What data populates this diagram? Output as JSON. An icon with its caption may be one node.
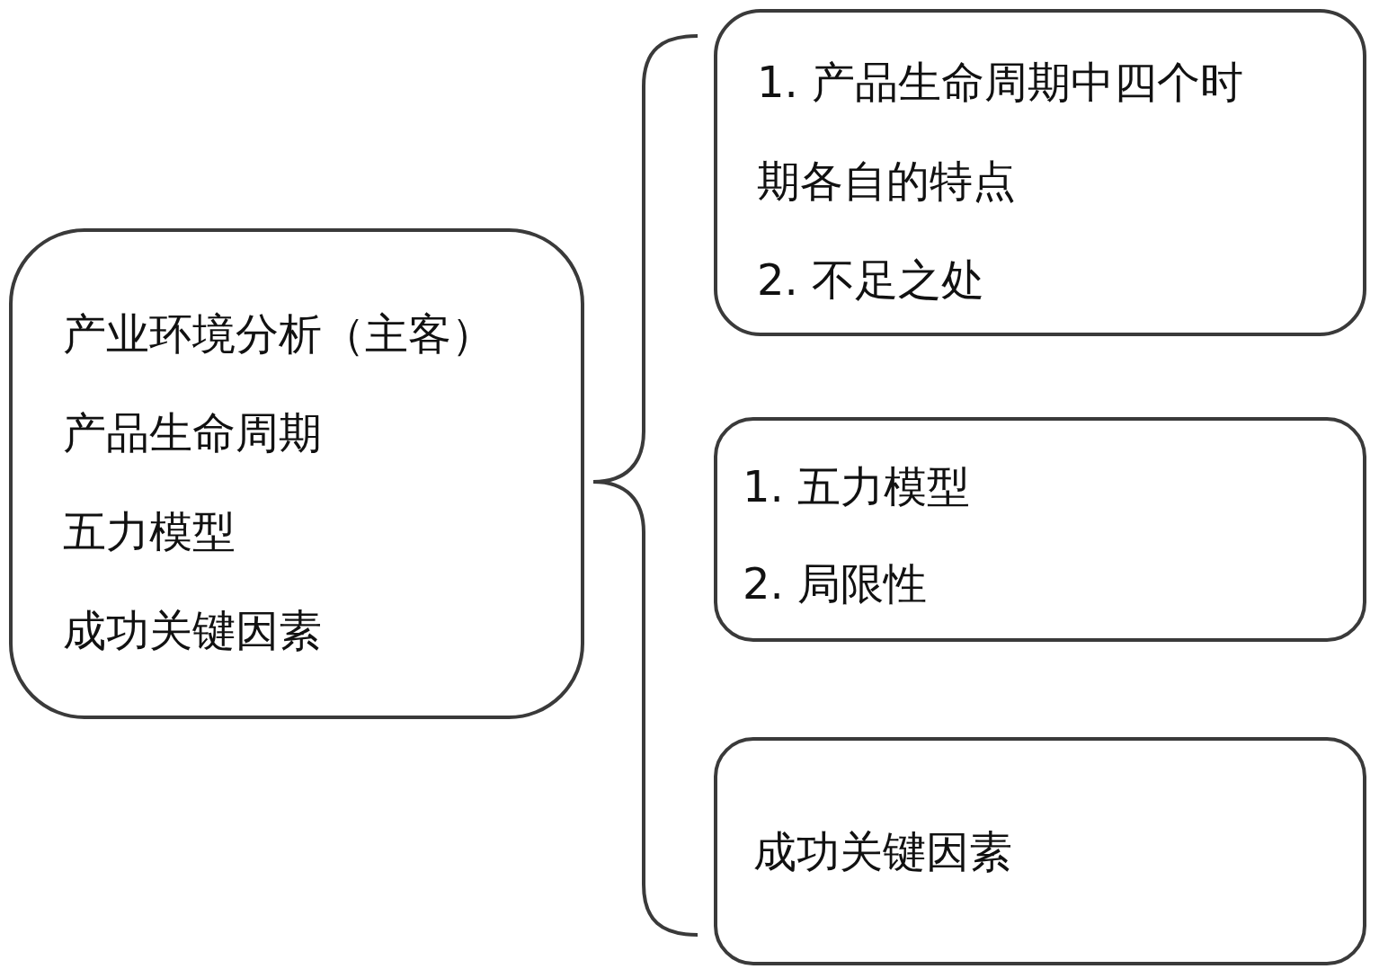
{
  "diagram": {
    "nodes": [
      {
        "text": [
          "产业环境分析（主客）",
          "产品生命周期",
          "五力模型",
          "成功关键因素"
        ]
      },
      {
        "text": [
          "1. 产品生命周期中四个时期各自的特点",
          "2. 不足之处"
        ]
      },
      {
        "text": [
          "1. 五力模型",
          "2. 局限性"
        ]
      },
      {
        "text": [
          "成功关键因素"
        ]
      }
    ]
  }
}
